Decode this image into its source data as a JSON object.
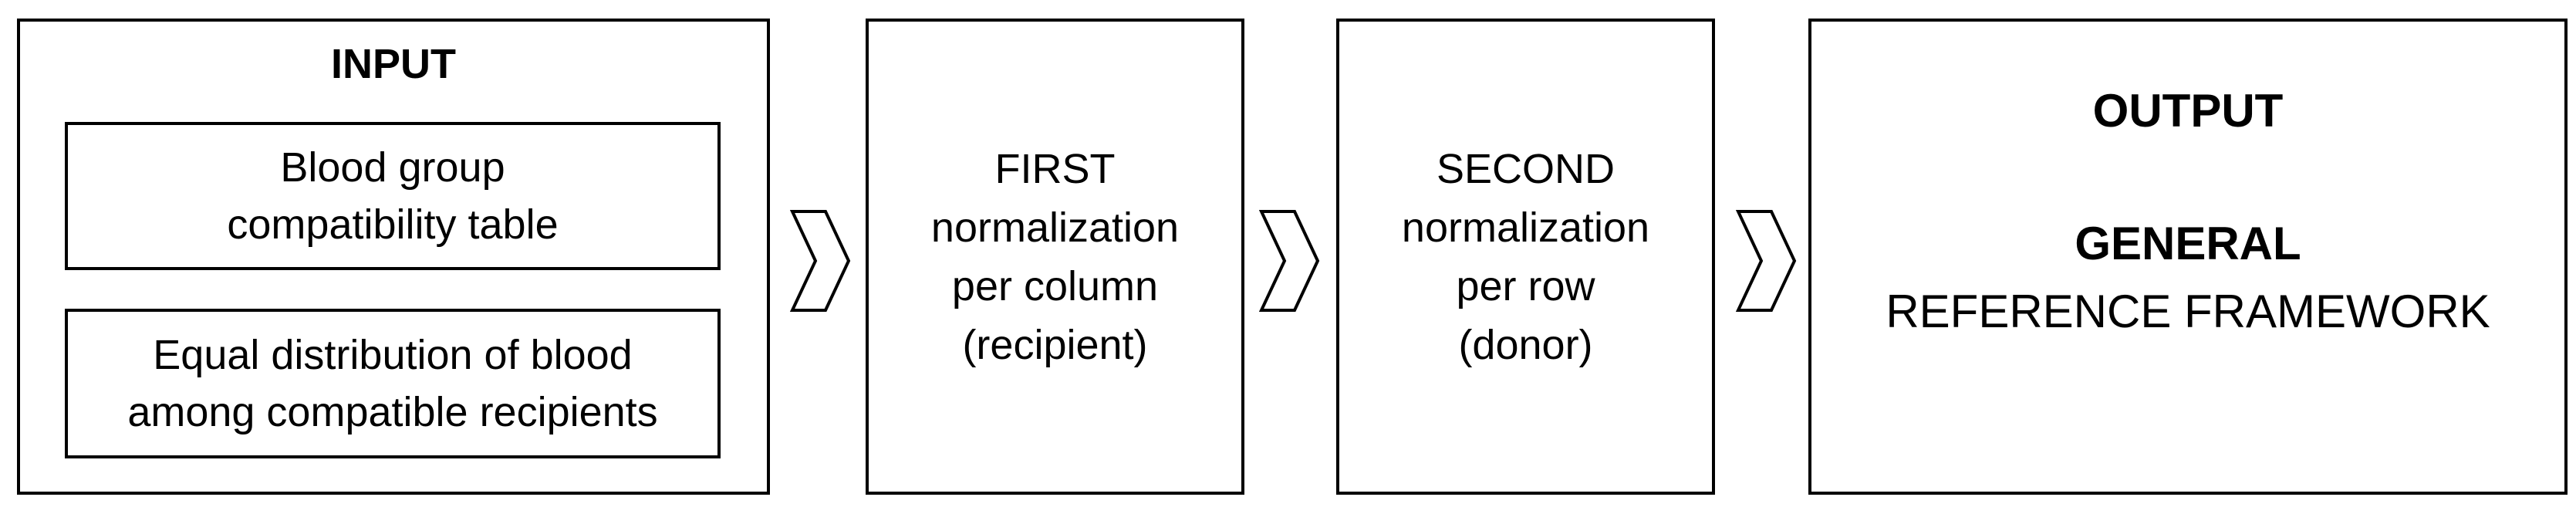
{
  "input": {
    "title": "INPUT",
    "items": [
      {
        "lines": [
          "Blood group",
          "compatibility table"
        ]
      },
      {
        "lines": [
          "Equal distribution of blood",
          "among compatible recipients"
        ]
      }
    ]
  },
  "steps": [
    {
      "lines": [
        "FIRST",
        "normalization",
        "per column",
        "(recipient)"
      ]
    },
    {
      "lines": [
        "SECOND",
        "normalization",
        "per row",
        "(donor)"
      ]
    }
  ],
  "output": {
    "title": "OUTPUT",
    "lines": [
      "GENERAL",
      "REFERENCE FRAMEWORK"
    ]
  },
  "colors": {
    "stroke": "#000000",
    "background": "#ffffff"
  }
}
